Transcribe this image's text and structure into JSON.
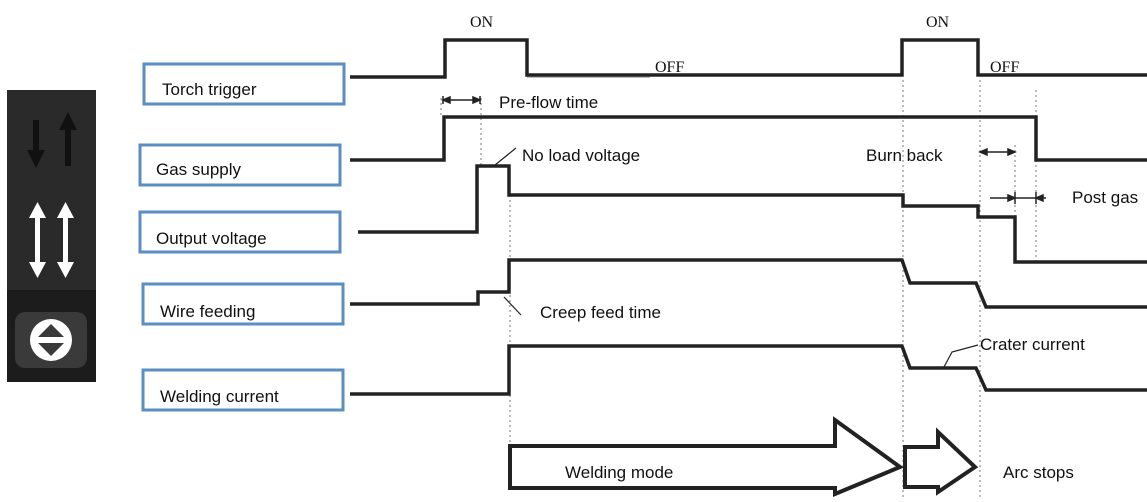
{
  "side_panel": {
    "icons": [
      {
        "name": "down-up-arrows-icon"
      },
      {
        "name": "double-up-down-arrows-icon"
      },
      {
        "name": "up-down-diamond-icon"
      }
    ],
    "colors": {
      "panel": "#2a2a2a",
      "panel_bottom": "#1a1a1a",
      "icon": "#ffffff",
      "arrow_dark": "#111111"
    }
  },
  "signals": [
    {
      "label": "Torch trigger"
    },
    {
      "label": "Gas supply"
    },
    {
      "label": "Output voltage"
    },
    {
      "label": "Wire feeding"
    },
    {
      "label": "Welding current"
    }
  ],
  "annotations": {
    "on_1": "ON",
    "on_2": "ON",
    "off_1": "OFF",
    "off_2": "OFF",
    "pre_flow": "Pre-flow time",
    "no_load": "No load voltage",
    "burn_back": "Burn back",
    "post_gas": "Post gas",
    "creep_feed": "Creep feed time",
    "crater_current": "Crater current",
    "welding_mode": "Welding mode",
    "arc_stops": "Arc stops"
  },
  "colors": {
    "label_box": "#5b8ec2",
    "trace": "#222222",
    "text": "#111111"
  }
}
